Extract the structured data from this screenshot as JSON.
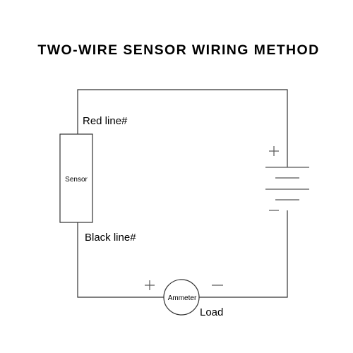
{
  "title": "TWO-WIRE SENSOR WIRING METHOD",
  "sensor": {
    "label": "Sensor"
  },
  "wires": {
    "red_label": "Red line#",
    "black_label": "Black line#"
  },
  "ammeter": {
    "label": "Ammeter",
    "plus_icon": "plus-icon",
    "minus_icon": "minus-icon"
  },
  "load": {
    "label": "Load"
  },
  "battery": {
    "plus_icon": "plus-icon",
    "minus_icon": "minus-icon"
  },
  "colors": {
    "line": "#333333",
    "text": "#000000",
    "background": "#ffffff"
  }
}
